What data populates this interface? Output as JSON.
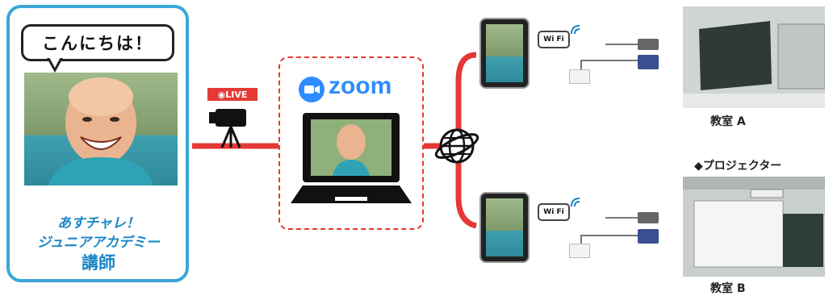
{
  "lecturer": {
    "speech": "こんにちは！",
    "title_line1": "あすチャレ！",
    "title_line2": "ジュニアアカデミー",
    "title_line3": "講師"
  },
  "live_badge": "◉LIVE",
  "zoom_label": "zoom",
  "wifi_label": "Wi Fi",
  "rooms": {
    "room_a": "教室 A",
    "room_b": "教室 B",
    "projector": "◆プロジェクター"
  },
  "colors": {
    "card_border": "#3aa6d8",
    "title_blue": "#1b86c7",
    "network_red": "#e53935",
    "zoom_blue": "#2d8cff"
  }
}
